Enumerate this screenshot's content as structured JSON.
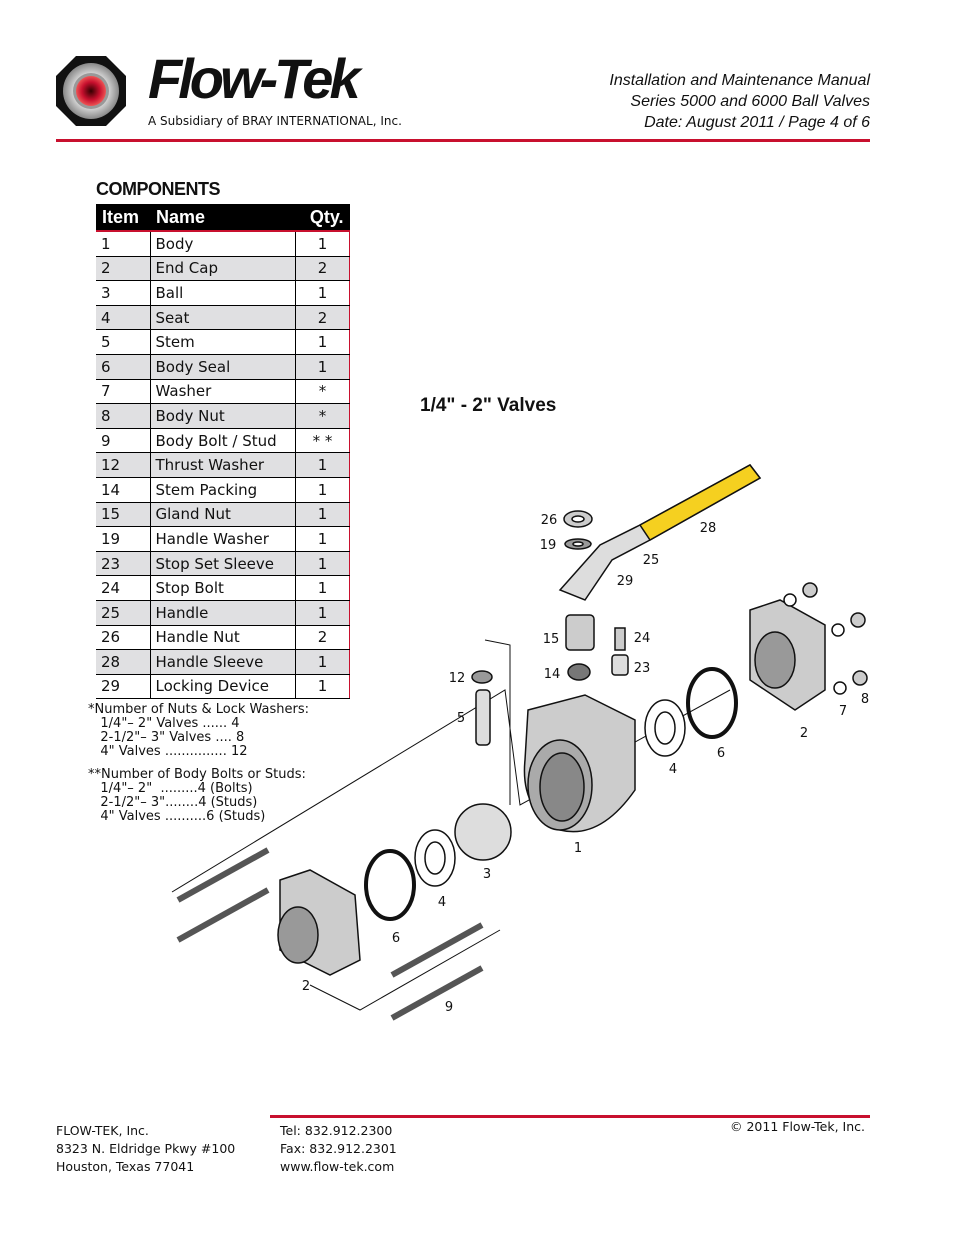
{
  "logo": {
    "brand": "Flow-Tek",
    "subtitle": "A Subsidiary of BRAY INTERNATIONAL, Inc.",
    "colors": {
      "red": "#c8102e"
    }
  },
  "header": {
    "line1": "Installation and Maintenance Manual",
    "line2": "Series 5000 and 6000 Ball Valves",
    "line3": "Date: August 2011 / Page 4 of 6"
  },
  "components": {
    "title": "COMPONENTS",
    "columns": [
      "Item",
      "Name",
      "Qty."
    ],
    "rows": [
      [
        "1",
        "Body",
        "1"
      ],
      [
        "2",
        "End Cap",
        "2"
      ],
      [
        "3",
        "Ball",
        "1"
      ],
      [
        "4",
        "Seat",
        "2"
      ],
      [
        "5",
        "Stem",
        "1"
      ],
      [
        "6",
        "Body Seal",
        "1"
      ],
      [
        "7",
        "Washer",
        "*"
      ],
      [
        "8",
        "Body Nut",
        "*"
      ],
      [
        "9",
        "Body Bolt / Stud",
        "* *"
      ],
      [
        "12",
        "Thrust Washer",
        "1"
      ],
      [
        "14",
        "Stem Packing",
        "1"
      ],
      [
        "15",
        "Gland Nut",
        "1"
      ],
      [
        "19",
        "Handle Washer",
        "1"
      ],
      [
        "23",
        "Stop Set Sleeve",
        "1"
      ],
      [
        "24",
        "Stop Bolt",
        "1"
      ],
      [
        "25",
        "Handle",
        "1"
      ],
      [
        "26",
        "Handle Nut",
        "2"
      ],
      [
        "28",
        "Handle Sleeve",
        "1"
      ],
      [
        "29",
        "Locking Device",
        "1"
      ]
    ]
  },
  "notes": {
    "nuts": "*Number of Nuts & Lock Washers:\n   1/4\"– 2\" Valves ...... 4\n   2-1/2\"– 3\" Valves .... 8\n   4\" Valves ............... 12",
    "bolts": "**Number of Body Bolts or Studs:\n   1/4\"– 2\"  .........4 (Bolts)\n   2-1/2\"– 3\"........4 (Studs)\n   4\" Valves ..........6 (Studs)"
  },
  "diagram": {
    "title": "1/4\" - 2\" Valves",
    "labels": [
      "26",
      "19",
      "28",
      "25",
      "29",
      "15",
      "24",
      "23",
      "14",
      "12",
      "5",
      "1",
      "3",
      "4",
      "6",
      "2",
      "9",
      "4",
      "6",
      "2",
      "7",
      "8"
    ]
  },
  "footer": {
    "company": "FLOW-TEK, Inc.",
    "address1": "8323 N. Eldridge Pkwy #100",
    "address2": "Houston, Texas 77041",
    "tel": "Tel: 832.912.2300",
    "fax": "Fax: 832.912.2301",
    "web": "www.flow-tek.com",
    "copyright": "© 2011 Flow-Tek, Inc."
  }
}
